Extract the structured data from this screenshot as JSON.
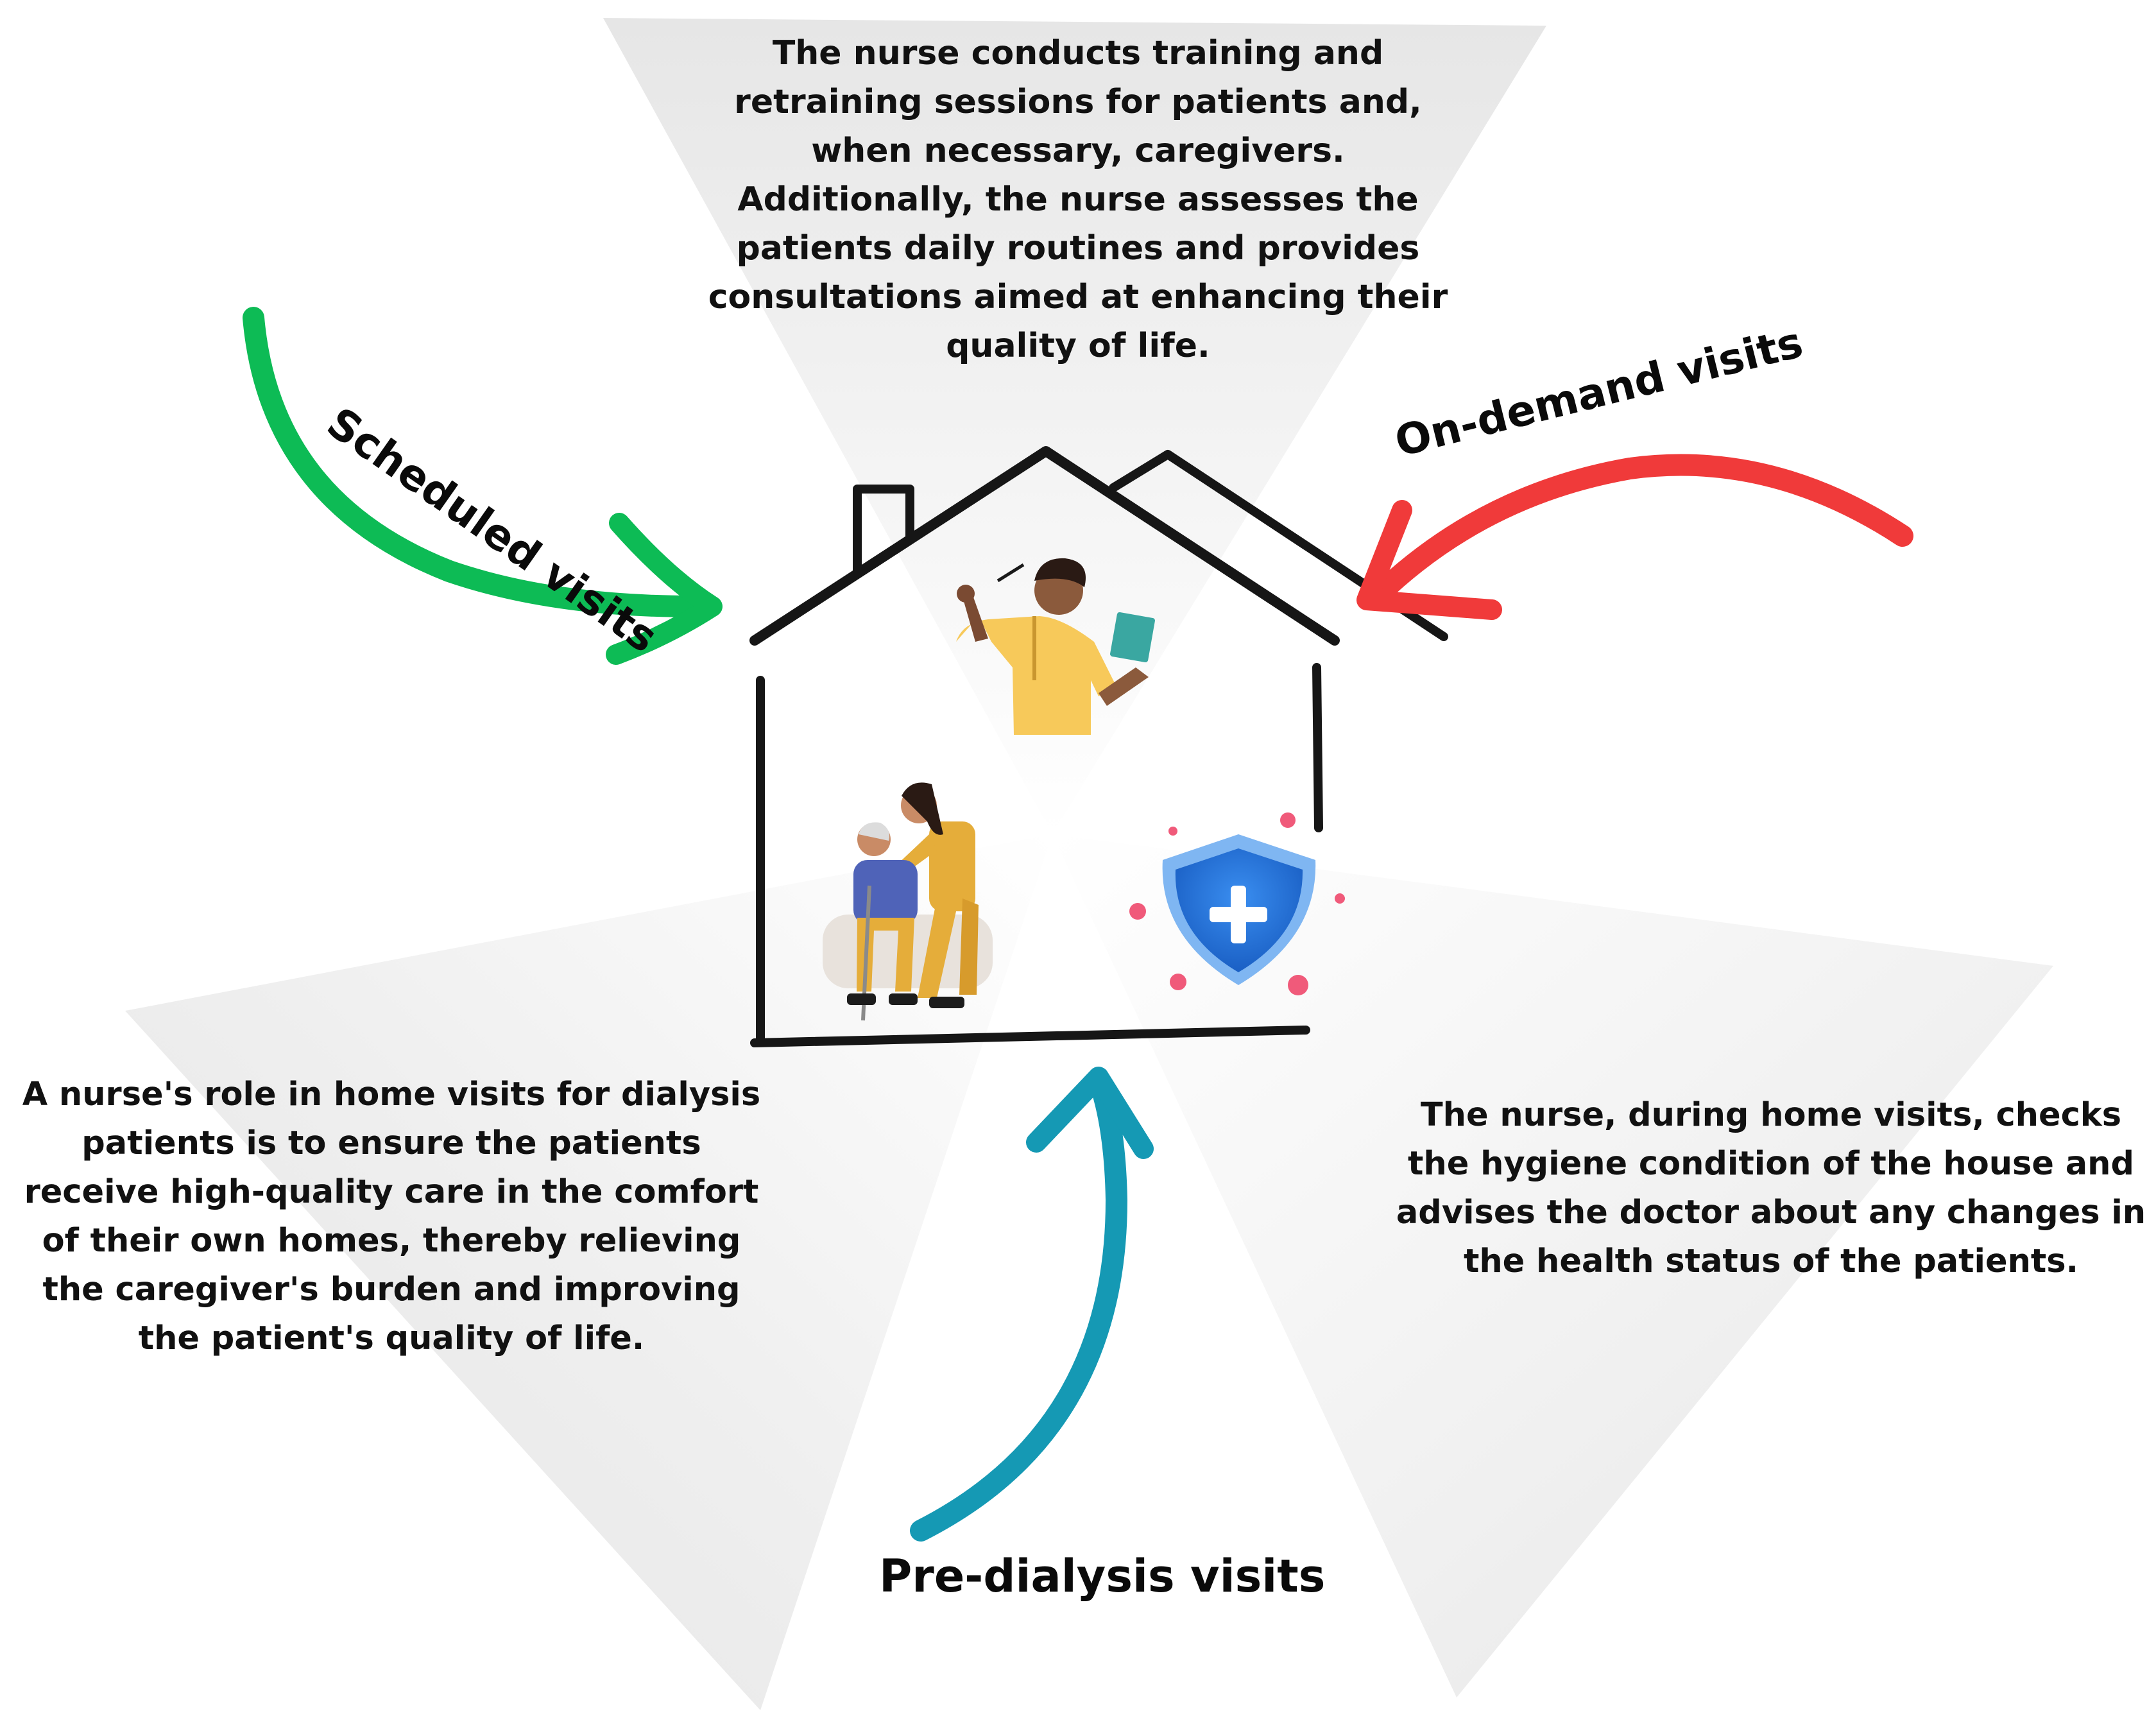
{
  "diagram": {
    "top_description": "The nurse conducts training and\nretraining sessions for patients and,\nwhen necessary, caregivers.\nAdditionally, the nurse assesses the\npatients daily routines and provides\nconsultations aimed at enhancing their\nquality of life.",
    "left_description": "A nurse's role in home visits for dialysis\npatients is to ensure the patients\nreceive high-quality care in the comfort\nof their own homes, thereby relieving\nthe caregiver's burden and improving\nthe patient's quality of life.",
    "right_description": "The nurse, during home visits, checks\nthe hygiene condition of the house and\nadvises the doctor about any changes in\nthe health status of the patients.",
    "labels": {
      "scheduled": "Scheduled visits",
      "on_demand": "On-demand visits",
      "pre_dialysis": "Pre-dialysis visits"
    },
    "colors": {
      "scheduled_arrow": "#0dbb55",
      "on_demand_arrow": "#f03a3a",
      "pre_dialysis_arrow": "#1599b4",
      "house_outline": "#161616",
      "shield": "#1e6fd1",
      "nurse_shirt": "#f7c95a",
      "patient_shirt": "#4f63b8"
    },
    "icons": [
      "house-icon",
      "nurse-with-book-icon",
      "nurse-helping-elderly-icon",
      "medical-shield-icon"
    ]
  }
}
